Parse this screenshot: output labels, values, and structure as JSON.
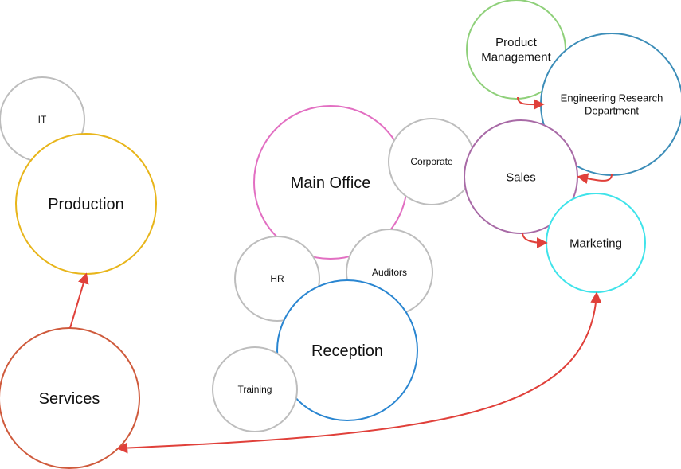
{
  "diagram": {
    "nodes": [
      {
        "id": "it",
        "lines": [
          "IT"
        ],
        "color": "#bdbdbd"
      },
      {
        "id": "production",
        "lines": [
          "Production"
        ],
        "color": "#e8b51a"
      },
      {
        "id": "services",
        "lines": [
          "Services"
        ],
        "color": "#cf5a3c"
      },
      {
        "id": "main_office",
        "lines": [
          "Main Office"
        ],
        "color": "#e26fc2"
      },
      {
        "id": "corporate",
        "lines": [
          "Corporate"
        ],
        "color": "#bdbdbd"
      },
      {
        "id": "hr",
        "lines": [
          "HR"
        ],
        "color": "#bdbdbd"
      },
      {
        "id": "auditors",
        "lines": [
          "Auditors"
        ],
        "color": "#bdbdbd"
      },
      {
        "id": "reception",
        "lines": [
          "Reception"
        ],
        "color": "#2a86d1"
      },
      {
        "id": "training",
        "lines": [
          "Training"
        ],
        "color": "#bdbdbd"
      },
      {
        "id": "product_management",
        "lines": [
          "Product",
          "Management"
        ],
        "color": "#8fd07a"
      },
      {
        "id": "engineering",
        "lines": [
          "Engineering Research",
          "Department"
        ],
        "color": "#3c8db8"
      },
      {
        "id": "sales",
        "lines": [
          "Sales"
        ],
        "color": "#a86aa6"
      },
      {
        "id": "marketing",
        "lines": [
          "Marketing"
        ],
        "color": "#3fe3ea"
      }
    ],
    "edges": [
      {
        "from": "services",
        "to": "production"
      },
      {
        "from": "marketing",
        "to": "services",
        "bidirectional": true
      },
      {
        "from": "product_management",
        "to": "engineering"
      },
      {
        "from": "engineering",
        "to": "sales"
      },
      {
        "from": "sales",
        "to": "marketing"
      }
    ],
    "arrow_color": "#e0403a"
  }
}
